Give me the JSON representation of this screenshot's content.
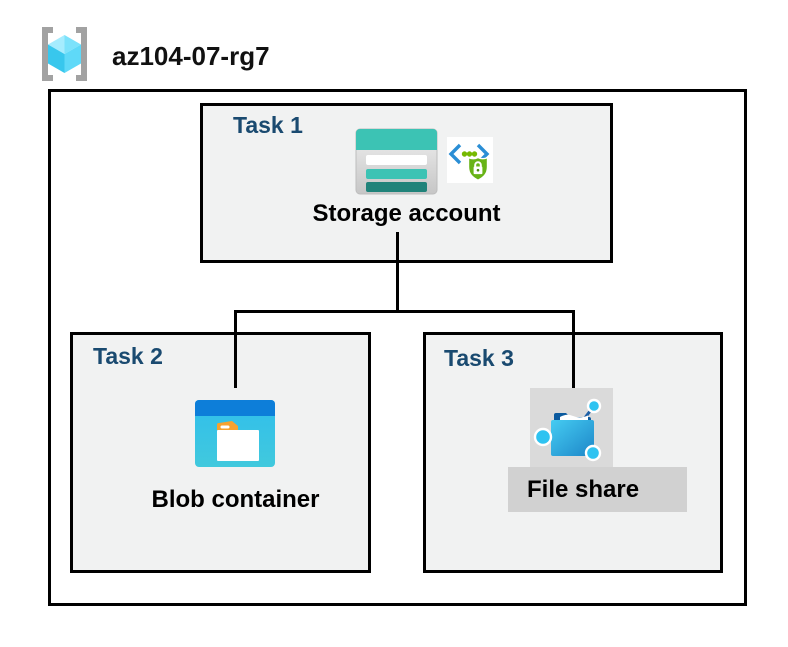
{
  "header": {
    "resource_group_name": "az104-07-rg7",
    "resource_group_icon": "resource-group-icon"
  },
  "tasks": [
    {
      "label": "Task 1",
      "caption": "Storage account",
      "icons": [
        "storage-account-icon",
        "secure-access-icon"
      ]
    },
    {
      "label": "Task 2",
      "caption": "Blob container",
      "icons": [
        "blob-container-icon"
      ]
    },
    {
      "label": "Task 3",
      "caption": "File share",
      "icons": [
        "file-share-icon"
      ]
    }
  ],
  "connections": [
    {
      "from": "Storage account",
      "to": "Blob container"
    },
    {
      "from": "Storage account",
      "to": "File share"
    }
  ],
  "colors": {
    "task_label_navy": "#1a4a70",
    "box_fill": "#f1f2f2",
    "border_black": "#000000",
    "storage_teal": "#3cc3b4",
    "storage_teal_dark": "#20837a",
    "blob_header_blue": "#0d7ed9",
    "blob_body_cyan": "#35c1ea",
    "folder_tab_orange": "#f7a22f",
    "secure_green": "#68b317",
    "secure_blue": "#2a8ed5",
    "fileshare_node_cyan": "#2fc3f1",
    "fileshare_folder_blue": "#1d86c8",
    "fileshare_badge_gray": "#d1d1d1",
    "rg_cube_cyan": "#5fd9f8",
    "rg_bracket_gray": "#a2a2a2"
  }
}
